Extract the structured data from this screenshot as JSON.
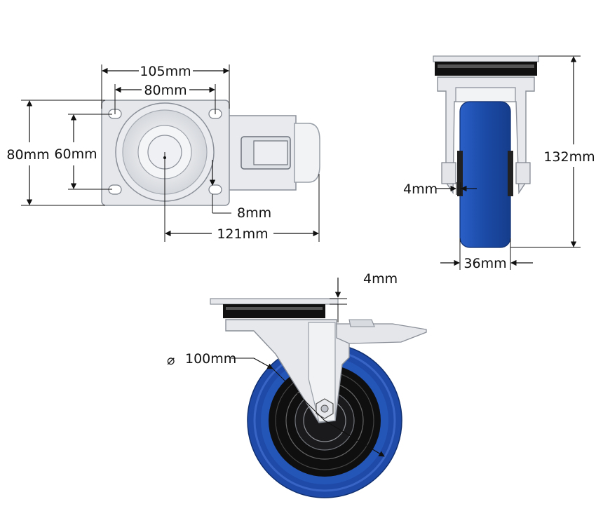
{
  "top_view": {
    "width_overall": "105mm",
    "hole_spacing_x": "80mm",
    "plate_height": "80mm",
    "hole_spacing_y": "60mm",
    "slot_width": "8mm",
    "total_length": "121mm"
  },
  "front_view": {
    "height": "132mm",
    "wheel_offset": "4mm",
    "wheel_width": "36mm"
  },
  "side_view": {
    "plate_thickness": "4mm",
    "wheel_diameter_symbol": "⌀",
    "wheel_diameter": "100mm"
  },
  "colors": {
    "line": "#111111",
    "steel": "#e6e8ec",
    "steel_edge": "#8a8f98",
    "tire_blue": "#1f4aa8",
    "tire_blue_light": "#3b6ed6",
    "hub_black": "#111111"
  }
}
